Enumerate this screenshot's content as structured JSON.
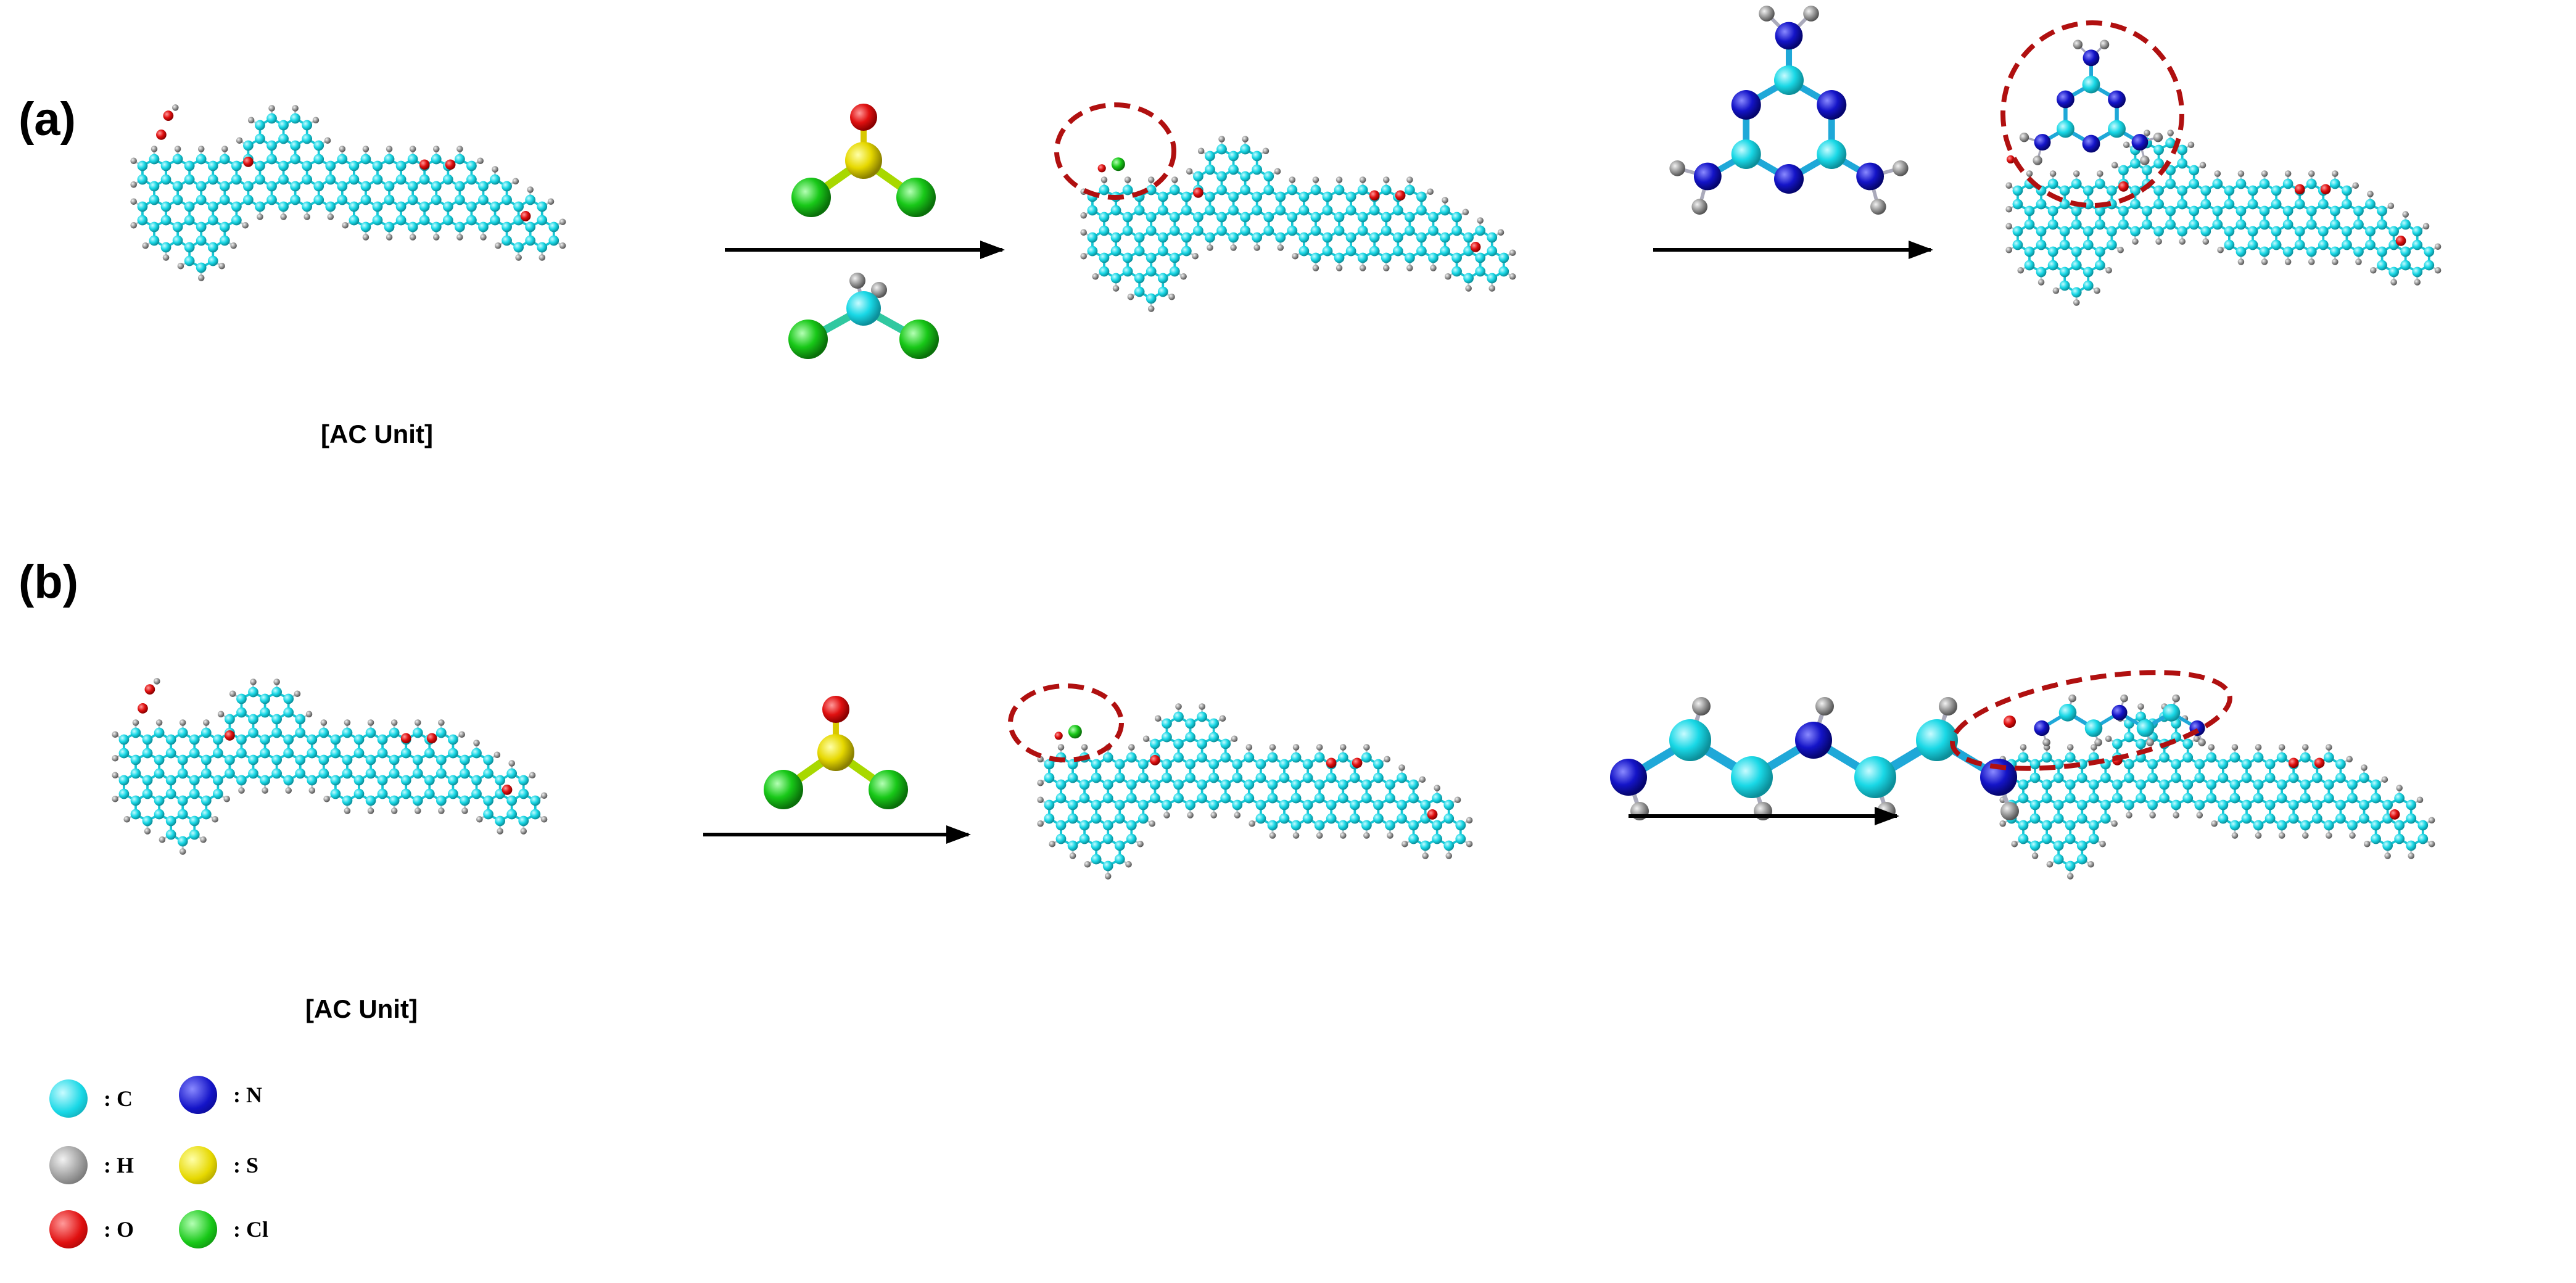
{
  "panels": {
    "a": {
      "label": "(a)",
      "unit_label": "[AC Unit]"
    },
    "b": {
      "label": "(b)",
      "unit_label": "[AC Unit]"
    }
  },
  "legend": [
    {
      "symbol": ": C",
      "element": "carbon",
      "color": "#19d8e6"
    },
    {
      "symbol": ": N",
      "element": "nitrogen",
      "color": "#1414c8"
    },
    {
      "symbol": ": H",
      "element": "hydrogen",
      "color": "#9a9a9a"
    },
    {
      "symbol": ": S",
      "element": "sulfur",
      "color": "#e6d800"
    },
    {
      "symbol": ": O",
      "element": "oxygen",
      "color": "#e01010"
    },
    {
      "symbol": ": Cl",
      "element": "chlorine",
      "color": "#18c818"
    }
  ],
  "colors": {
    "carbon": "#19d8e6",
    "hydrogen": "#9a9a9a",
    "oxygen": "#e01010",
    "nitrogen": "#1414c8",
    "sulfur": "#e6d800",
    "chlorine": "#18c818",
    "highlight": "#b01010",
    "arrow": "#000000"
  }
}
